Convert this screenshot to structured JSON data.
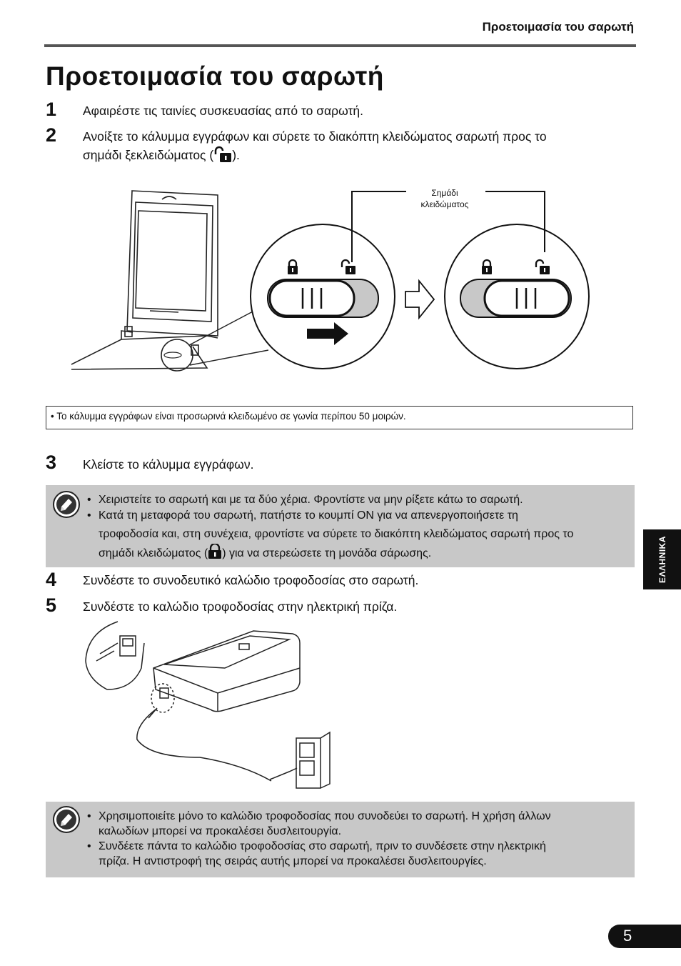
{
  "header": {
    "running_title": "Προετοιμασία του σαρωτή"
  },
  "title": "Προετοιμασία του σαρωτή",
  "steps": [
    {
      "num": "1",
      "text": "Αφαιρέστε τις ταινίες συσκευασίας από το σαρωτή."
    },
    {
      "num": "2",
      "text_line1": "Ανοίξτε το κάλυμμα εγγράφων και σύρετε το διακόπτη κλειδώματος σαρωτή προς το",
      "text_line2_before": "σημάδι ξεκλειδώματος (",
      "text_line2_after": ")."
    },
    {
      "num": "3",
      "text": "Κλείστε το κάλυμμα εγγράφων."
    },
    {
      "num": "4",
      "text": "Συνδέστε το συνοδευτικό καλώδιο τροφοδοσίας στο σαρωτή."
    },
    {
      "num": "5",
      "text": "Συνδέστε το καλώδιο τροφοδοσίας στην ηλεκτρική πρίζα."
    }
  ],
  "figure1": {
    "callout_line1": "Σημάδι",
    "callout_line2": "κλειδώματος"
  },
  "note": "• Το κάλυμμα εγγράφων είναι προσωρινά κλειδωμένο σε γωνία περίπου 50 μοιρών.",
  "caution1": {
    "item1": "Χειριστείτε το σαρωτή και με τα δύο χέρια. Φροντίστε να μην ρίξετε κάτω το σαρωτή.",
    "item2_line1": "Κατά τη μεταφορά του σαρωτή, πατήστε το κουμπί ON για να απενεργοποιήσετε τη",
    "item2_line2": "τροφοδοσία και, στη συνέχεια, φροντίστε να σύρετε το διακόπτη κλειδώματος σαρωτή προς το",
    "item2_line3_before": "σημάδι κλειδώματος (",
    "item2_line3_after": ") για να στερεώσετε τη μονάδα σάρωσης."
  },
  "caution2": {
    "item1_line1": "Χρησιμοποιείτε μόνο το καλώδιο τροφοδοσίας που συνοδεύει το σαρωτή. Η χρήση άλλων",
    "item1_line2": "καλωδίων μπορεί να προκαλέσει δυσλειτουργία.",
    "item2_line1": "Συνδέετε πάντα το καλώδιο τροφοδοσίας στο σαρωτή, πριν το συνδέσετε στην ηλεκτρική",
    "item2_line2": "πρίζα. Η αντιστροφή της σειράς αυτής μπορεί να προκαλέσει δυσλειτουργίες."
  },
  "bullet": "•",
  "side_tab": "ΕΛΛΗΝΙΚΑ",
  "page_number": "5",
  "icons": {
    "unlock": "unlock-icon",
    "lock": "lock-icon",
    "caution": "caution-icon",
    "arrow": "arrow-right-icon"
  },
  "colors": {
    "caution_bg": "#c8c8c8",
    "switch_grey": "#c8c8c8",
    "tab_bg": "#111111"
  }
}
